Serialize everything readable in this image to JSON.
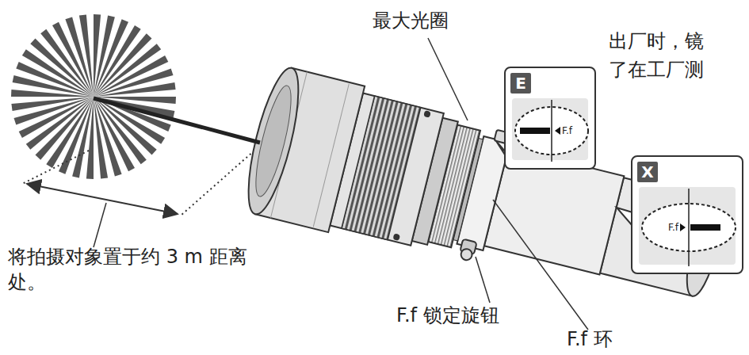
{
  "diagram": {
    "nodes": [
      {
        "text": [
          "E",
          "F.f"
        ]
      },
      {
        "text": [
          "X",
          "F.f"
        ]
      }
    ],
    "labels": [
      "最大光圈",
      "出厂时，镜",
      "了在工厂测",
      "将拍摄对象置于约 3 m 距离处。",
      "F.f 锁定旋钮",
      "F.f 环"
    ]
  }
}
